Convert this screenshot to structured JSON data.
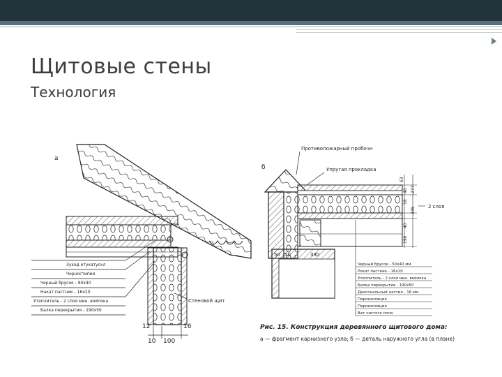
{
  "slide": {
    "title": "Щитовые стены",
    "subtitle": "Технология"
  },
  "drawing_a": {
    "fig_letter": "а",
    "callouts": [
      "Зуход отухатускл",
      "Чорностипия",
      "Черный брусок - 90х40",
      "Накат пастник - 16х20",
      "Утеплитель - 2 слоя мин. войлока",
      "Балка перекрытия - 190х50"
    ],
    "wall_label": "Стеновой щит",
    "dims": [
      "12",
      "16",
      "10",
      "100"
    ]
  },
  "drawing_b": {
    "fig_letter": "б",
    "top_labels": [
      "Противопожарный пробочн",
      "Упругая прокладка"
    ],
    "side_label": "2 слоя",
    "callouts": [
      "Черный брусок - 50х40 мм",
      "Рокат пастник - 16х20",
      "Утеплитель - 2 слоя мин. войлока",
      "Балка перекрытия - 190х50",
      "Диагональный настил - 16 мм",
      "Пароизоляция",
      "Пароизоляция",
      "Ват чистого пола"
    ],
    "dims": [
      "50",
      "50",
      "330",
      "63",
      "40",
      "16",
      "277",
      "245",
      "40",
      "190"
    ]
  },
  "caption": {
    "line1": "Рис. 15. Конструкция деревянного щитового дома:",
    "line2": "а — фрагмент карнизного узла; б — деталь наружного угла (в плане)"
  }
}
